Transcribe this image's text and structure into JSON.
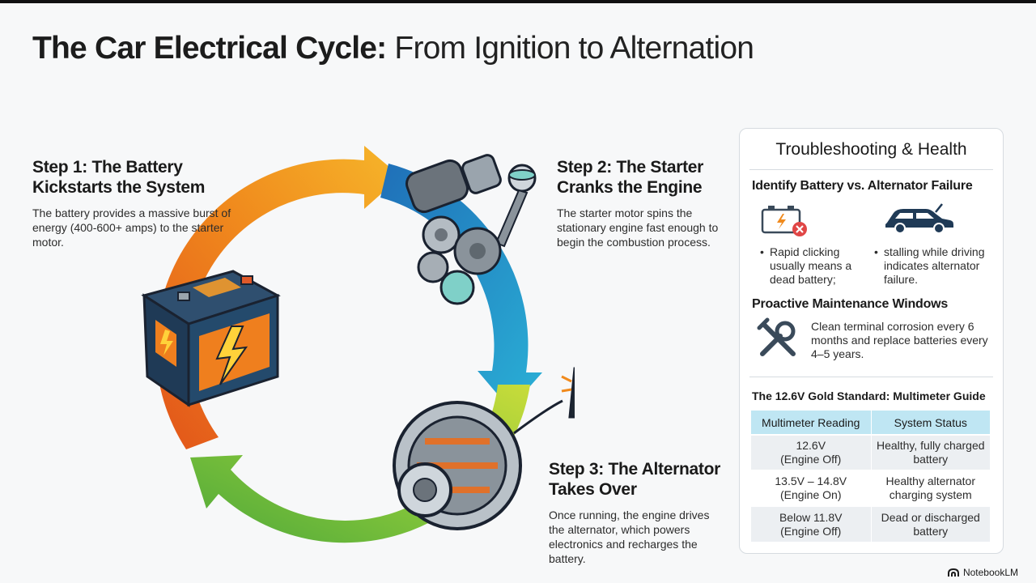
{
  "title": {
    "bold": "The Car Electrical Cycle:",
    "light": "From Ignition to Alternation"
  },
  "steps": [
    {
      "heading": "Step 1: The Battery Kickstarts the System",
      "body": "The battery provides a massive burst of energy (400-600+ amps) to the starter motor."
    },
    {
      "heading": "Step 2: The Starter Cranks the Engine",
      "body": "The starter motor spins the stationary engine fast enough to begin the combustion process."
    },
    {
      "heading": "Step 3: The Alternator Takes Over",
      "body": "Once running, the engine drives the alternator, which powers electronics and recharges the battery."
    }
  ],
  "panel": {
    "title": "Troubleshooting & Health",
    "identify_heading": "Identify Battery vs. Alternator Failure",
    "battery_note": "Rapid clicking usually means a dead battery;",
    "alternator_note": "stalling while driving indicates alternator failure.",
    "maintenance_heading": "Proactive Maintenance Windows",
    "maintenance_text": "Clean terminal corrosion every 6 months and replace batteries every 4–5 years.",
    "guide_heading": "The 12.6V Gold Standard: Multimeter Guide",
    "table": {
      "headers": [
        "Multimeter Reading",
        "System Status"
      ],
      "rows": [
        [
          "12.6V\n(Engine Off)",
          "Healthy, fully charged battery"
        ],
        [
          "13.5V – 14.8V\n(Engine On)",
          "Healthy alternator charging system"
        ],
        [
          "Below 11.8V\n(Engine Off)",
          "Dead or discharged battery"
        ]
      ]
    }
  },
  "branding": "NotebookLM",
  "colors": {
    "arc_orange": "#e8641e",
    "arc_yellow": "#f2a422",
    "arc_blue": "#2f86c8",
    "arc_teal": "#1e9fc7",
    "arc_green": "#7cc13a",
    "table_header": "#bfe6f3",
    "failure_red": "#e04646"
  },
  "icons": [
    "battery-icon",
    "car-icon",
    "wrench-icon",
    "starter-motor-icon",
    "alternator-icon",
    "dashboard-car-icon",
    "notebooklm-logo-icon"
  ]
}
